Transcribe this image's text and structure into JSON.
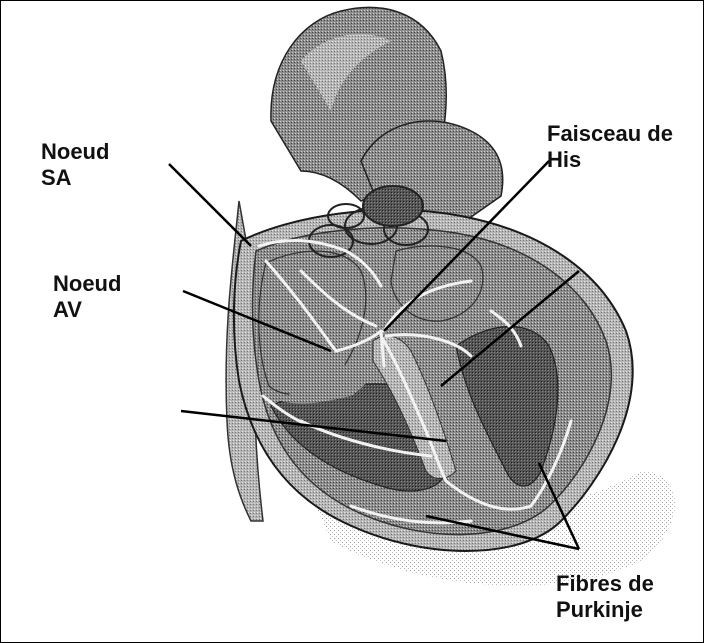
{
  "labels": {
    "sa": [
      "Noeud",
      "SA"
    ],
    "av": [
      "Noeud",
      "AV"
    ],
    "his": [
      "Faisceau de",
      "His"
    ],
    "purkinje": [
      "Fibres de",
      "Purkinje"
    ]
  },
  "colors": {
    "muscle": "#9a9a9a",
    "muscle_dark": "#5a5a5a",
    "chamber": "#6e6e6e",
    "outline": "#1a1a1a",
    "conduction": "#f2f2f2",
    "leader": "#000000"
  }
}
